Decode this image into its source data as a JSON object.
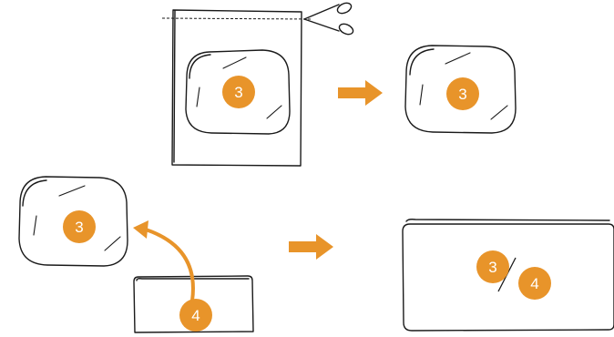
{
  "colors": {
    "accent": "#E8942A",
    "ink": "#1a1a1a",
    "background": "#ffffff"
  },
  "icons": [
    "scissors-icon",
    "arrow-right-icon",
    "curved-arrow-icon"
  ],
  "steps": {
    "bag_badge": "3",
    "cut_badge": "3",
    "pad_badge": "3",
    "card_badge": "4",
    "combined_top": "3",
    "combined_bottom": "4"
  }
}
